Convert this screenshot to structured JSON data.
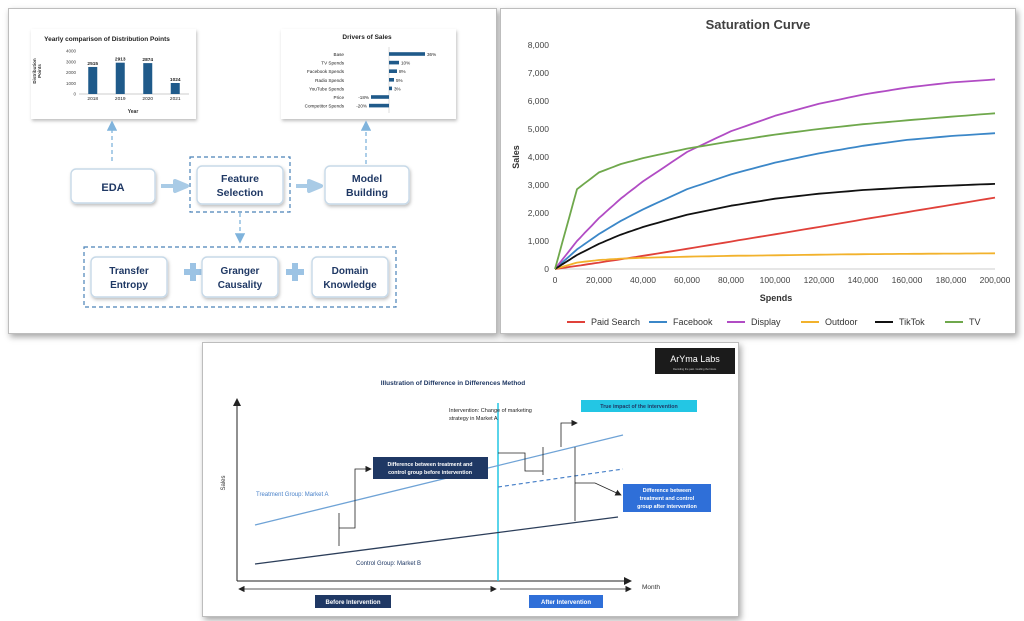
{
  "flow": {
    "distribution_chart": {
      "title": "Yearly comparison of Distribution Points",
      "ylabel_line1": "Distribution",
      "ylabel_line2": "Points",
      "xlabel": "Year",
      "yticks": [
        "4000",
        "3000",
        "2000",
        "1000",
        "0"
      ]
    },
    "drivers_chart": {
      "title": "Drivers of Sales"
    },
    "steps": {
      "eda": "EDA",
      "feature_selection_line1": "Feature",
      "feature_selection_line2": "Selection",
      "model_building_line1": "Model",
      "model_building_line2": "Building"
    },
    "methods": {
      "transfer_line1": "Transfer",
      "transfer_line2": "Entropy",
      "granger_line1": "Granger",
      "granger_line2": "Causality",
      "domain_line1": "Domain",
      "domain_line2": "Knowledge"
    },
    "colors": {
      "arrow": "#7fb3dc",
      "box_border": "#bcd3e6",
      "text": "#1f3864",
      "bar": "#1f5a8a"
    }
  },
  "chart_data": [
    {
      "type": "bar",
      "title": "Yearly comparison of Distribution Points",
      "xlabel": "Year",
      "ylabel": "Distribution Points",
      "categories": [
        "2018",
        "2019",
        "2020",
        "2021"
      ],
      "values": [
        2515,
        2913,
        2874,
        1024
      ],
      "value_labels": [
        "2515",
        "2913",
        "2874",
        "1024"
      ],
      "ylim": [
        0,
        4000
      ]
    },
    {
      "type": "bar",
      "orientation": "horizontal",
      "title": "Drivers of Sales",
      "categories": [
        "Base",
        "TV Spends",
        "Facebook Spends",
        "Radio Spends",
        "YouTube Spends",
        "Price",
        "Competitor Spends"
      ],
      "values": [
        36,
        10,
        8,
        5,
        3,
        -18,
        -20
      ],
      "value_labels": [
        "36%",
        "10%",
        "8%",
        "5%",
        "3%",
        "-18%",
        "-20%"
      ],
      "unit": "%"
    },
    {
      "type": "line",
      "title": "Saturation Curve",
      "xlabel": "Spends",
      "ylabel": "Sales",
      "xlim": [
        0,
        200000
      ],
      "ylim": [
        0,
        8000
      ],
      "x_ticks": [
        "0",
        "20,000",
        "40,000",
        "60,000",
        "80,000",
        "100,000",
        "120,000",
        "140,000",
        "160,000",
        "180,000",
        "200,000"
      ],
      "y_ticks": [
        "0",
        "1,000",
        "2,000",
        "3,000",
        "4,000",
        "5,000",
        "6,000",
        "7,000",
        "8,000"
      ],
      "grid": false,
      "legend": "bottom",
      "x": [
        0,
        10000,
        20000,
        30000,
        40000,
        60000,
        80000,
        100000,
        120000,
        140000,
        160000,
        180000,
        200000
      ],
      "series": [
        {
          "name": "Paid Search",
          "color": "#e0413a",
          "values": [
            0,
            110,
            230,
            350,
            470,
            720,
            980,
            1240,
            1500,
            1770,
            2030,
            2290,
            2550
          ]
        },
        {
          "name": "Facebook",
          "color": "#3b87c8",
          "values": [
            0,
            700,
            1250,
            1720,
            2130,
            2850,
            3380,
            3800,
            4130,
            4400,
            4610,
            4750,
            4850
          ]
        },
        {
          "name": "Display",
          "color": "#b14cc4",
          "values": [
            0,
            1000,
            1820,
            2520,
            3130,
            4180,
            4920,
            5470,
            5900,
            6230,
            6480,
            6660,
            6770
          ]
        },
        {
          "name": "Outdoor",
          "color": "#f2b22c",
          "values": [
            0,
            230,
            320,
            370,
            400,
            440,
            470,
            490,
            510,
            530,
            540,
            550,
            560
          ]
        },
        {
          "name": "TikTok",
          "color": "#111111",
          "values": [
            0,
            500,
            900,
            1230,
            1500,
            1940,
            2260,
            2510,
            2690,
            2820,
            2910,
            2980,
            3040
          ]
        },
        {
          "name": "TV",
          "color": "#6fa84c",
          "values": [
            0,
            2850,
            3450,
            3750,
            3960,
            4300,
            4560,
            4800,
            5000,
            5170,
            5310,
            5440,
            5560
          ]
        }
      ]
    }
  ],
  "did": {
    "logo_text": "ArYma Labs",
    "logo_sub": "Decoding the past. Guiding the future.",
    "title": "Illustration of Difference in Differences Method",
    "ylabel": "Sales",
    "xlabel": "Month",
    "intervention_line1": "Intervention: Change of marketing",
    "intervention_line2": "strategy in Market A",
    "true_impact": "True impact of the intervention",
    "before_diff_line1": "Difference between treatment and",
    "before_diff_line2": "control group before intervention",
    "after_diff_line1": "Difference between",
    "after_diff_line2": "treatment and control",
    "after_diff_line3": "group after intervention",
    "treatment_label": "Treatment Group: Market A",
    "control_label": "Control Group: Market B",
    "before_label": "Before Intervention",
    "after_label": "After Intervention"
  }
}
